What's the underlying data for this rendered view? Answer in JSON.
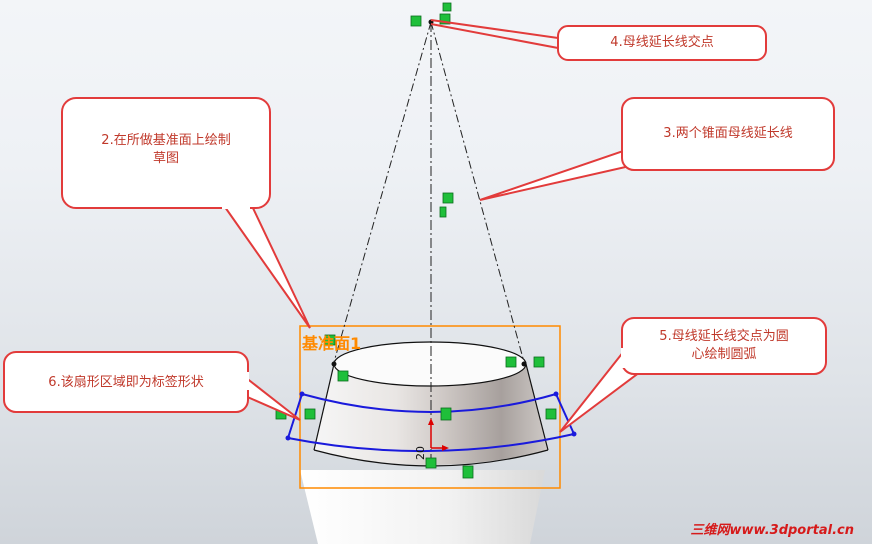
{
  "callouts": {
    "c2": "2.在所做基准面上绘制\n草图",
    "c3": "3.两个锥面母线延长线",
    "c4": "4.母线延长线交点",
    "c5": "5.母线延长线交点为圆\n心绘制圆弧",
    "c6": "6.该扇形区域即为标签形状"
  },
  "plane_label": "基准面1",
  "dimension": "20",
  "watermark": "三维网www.3dportal.cn",
  "colors": {
    "callout_border": "#e23b3b",
    "callout_fill": "#ffffff",
    "callout_text": "#c0392b",
    "sketch_blue": "#1a1adc",
    "plane_orange": "#ff8a00",
    "relation_green": "#1fbf3a"
  }
}
